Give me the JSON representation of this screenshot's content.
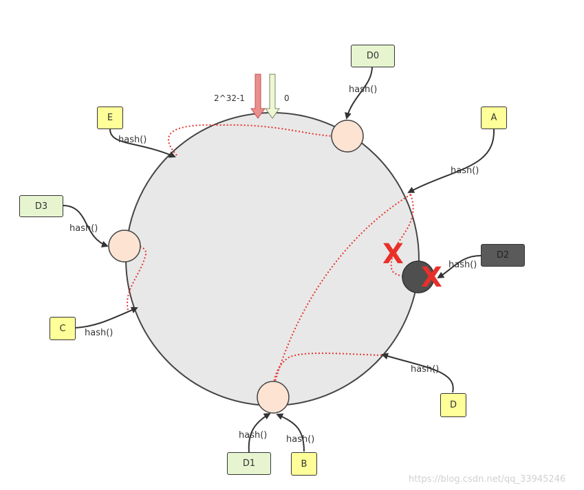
{
  "ring": {
    "top_left_label": "2^32-1",
    "top_right_label": "0"
  },
  "boxes": {
    "D0": "D0",
    "E": "E",
    "A": "A",
    "D3": "D3",
    "D2": "D2",
    "C": "C",
    "D": "D",
    "D1": "D1",
    "B": "B"
  },
  "hash_label": "hash()",
  "removed_marker": "X",
  "colors": {
    "ring_fill": "#e8e8e8",
    "node_fill": "#fde3d2",
    "removed_node_fill": "#4f4f4f",
    "mapping_line": "#e8302a",
    "arrow_left": "#e9908e",
    "arrow_right": "#eef7d5",
    "cross": "#e8302a"
  },
  "watermark": "https://blog.csdn.net/qq_33945246"
}
